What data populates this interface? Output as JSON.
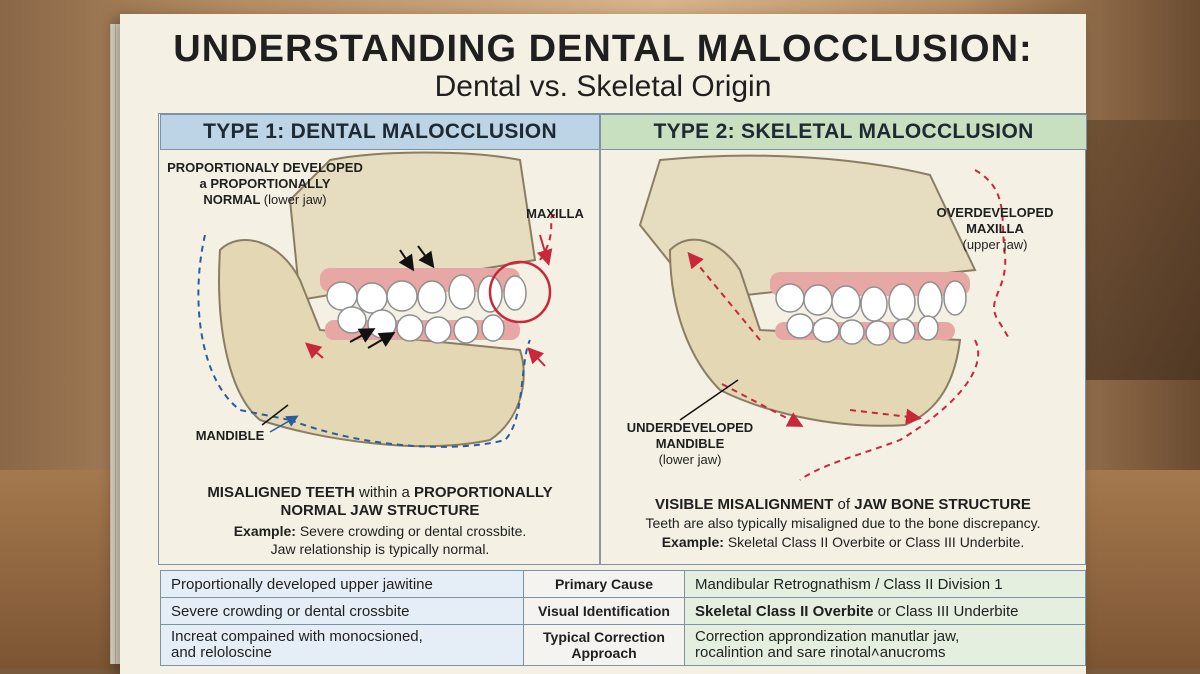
{
  "title": "UNDERSTANDING DENTAL MALOCCLUSION:",
  "subtitle": "Dental vs. Skeletal Origin",
  "type1": {
    "header": "TYPE 1: DENTAL MALOCCLUSION",
    "label_top_line1": "PROPORTIONALY DEVELOPED",
    "label_top_line2": "a PROPORTIONALLY",
    "label_top_line3_bold": "NORMAL",
    "label_top_line3_normal": "(lower jaw)",
    "label_maxilla": "MAXILLA",
    "label_mandible": "MANDIBLE",
    "caption_bold1": "MISALIGNED TEETH",
    "caption_normal1": " within a ",
    "caption_bold2": "PROPORTIONALLY",
    "caption_line2": "NORMAL JAW STRUCTURE",
    "example_label": "Example:",
    "example_text": " Severe crowding or dental crossbite.",
    "example_line2": "Jaw relationship is typically normal."
  },
  "type2": {
    "header": "TYPE 2: SKELETAL MALOCCLUSION",
    "label_maxilla_line1": "OVERDEVELOPED",
    "label_maxilla_line2": "MAXILLA",
    "label_maxilla_line3": "(upper jaw)",
    "label_mandible_line1": "UNDERDEVELOPED",
    "label_mandible_line2": "MANDIBLE",
    "label_mandible_line3": "(lower jaw)",
    "caption_bold1": "VISIBLE MISALIGNMENT",
    "caption_normal1": " of ",
    "caption_bold2": "JAW BONE STRUCTURE",
    "caption_line2": "Teeth are also typically misaligned due to the bone discrepancy.",
    "example_label": "Example:",
    "example_text": " Skeletal Class II Overbite or Class III Underbite."
  },
  "table": {
    "rows": [
      {
        "left": "Proportionally developed upper jawitine",
        "mid": "Primary Cause",
        "right_bold": "",
        "right": "Mandibular Retrognathism / Class II Division 1"
      },
      {
        "left": "Severe crowding or dental crossbite",
        "mid": "Visual Identification",
        "right_bold": "Skeletal Class II Overbite",
        "right": " or Class III Underbite"
      },
      {
        "left": "Increat compained with monocsioned,",
        "left2": "and reloloscine",
        "mid": "Typical Correction",
        "mid2": "Approach",
        "right_bold": "",
        "right": "Correction approndization manutlar jaw,",
        "right2": "rocalintion and sare rinotal˄anucroms"
      }
    ]
  }
}
